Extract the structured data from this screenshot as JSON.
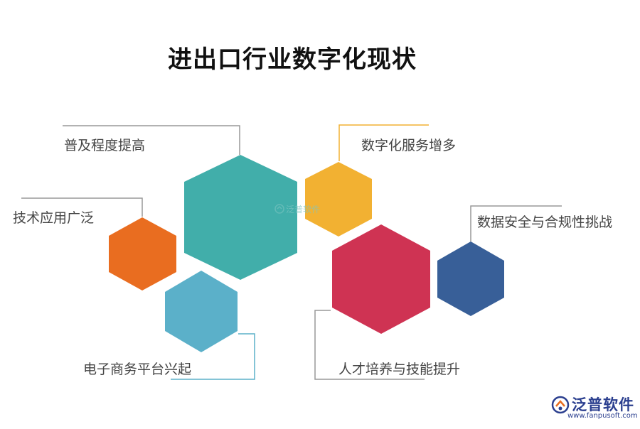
{
  "title": "进出口行业数字化现状",
  "items": [
    {
      "label": "普及程度提高",
      "color": "#41aeaa"
    },
    {
      "label": "数字化服务增多",
      "color": "#f2b132"
    },
    {
      "label": "技术应用广泛",
      "color": "#e96d20"
    },
    {
      "label": "数据安全与合规性挑战",
      "color": "#385f98"
    },
    {
      "label": "电子商务平台兴起",
      "color": "#5bb0c9"
    },
    {
      "label": "人才培养与技能提升",
      "color": "#cf3353"
    }
  ],
  "watermark": {
    "text": "泛普软件"
  },
  "brand": {
    "name": "泛普软件",
    "url": "www.fanpusoft.com"
  },
  "colors": {
    "leader_gray": "#999999",
    "leader_teal": "#5bb0c9",
    "leader_yellow": "#f2b132",
    "brand_blue": "#2b3f8f"
  }
}
